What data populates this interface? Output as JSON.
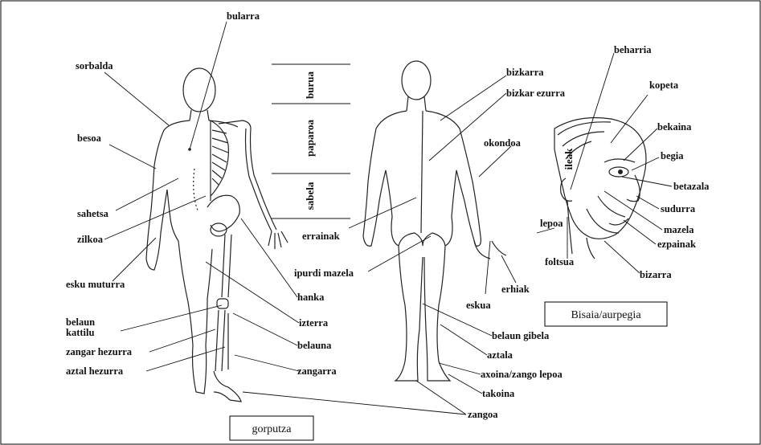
{
  "labels": {
    "bularra": "bularra",
    "sorbalda": "sorbalda",
    "besoa": "besoa",
    "sahetsa": "sahetsa",
    "zilkoa": "zilkoa",
    "esku_muturra": "esku muturra",
    "belaun_kattilu_1": "belaun",
    "belaun_kattilu_2": "kattilu",
    "zangar_hezurra": "zangar hezurra",
    "aztal_hezurra": "aztal hezurra",
    "hanka": "hanka",
    "izterra": "izterra",
    "belauna": "belauna",
    "zangarra": "zangarra",
    "burua": "burua",
    "paparoa": "paparoa",
    "sabela": "sabela",
    "errainak": "errainak",
    "ipurdi_mazela": "ipurdi mazela",
    "bizkarra": "bizkarra",
    "bizkar_ezurra": "bizkar ezurra",
    "okondoa": "okondoa",
    "eskua": "eskua",
    "erhiak": "erhiak",
    "belaun_gibela": "belaun gibela",
    "aztala": "aztala",
    "axoina": "axoina/zango lepoa",
    "takoina": "takoina",
    "zangoa": "zangoa",
    "beharria": "beharria",
    "kopeta": "kopeta",
    "bekaina": "bekaina",
    "begia": "begia",
    "ileak": "ileak",
    "betazala": "betazala",
    "sudurra": "sudurra",
    "mazela": "mazela",
    "ezpainak": "ezpainak",
    "lepoa": "lepoa",
    "foltsua": "foltsua",
    "bizarra": "bizarra"
  },
  "boxes": {
    "face_title": "Bisaia/aurpegia",
    "body_title": "gorputza"
  }
}
